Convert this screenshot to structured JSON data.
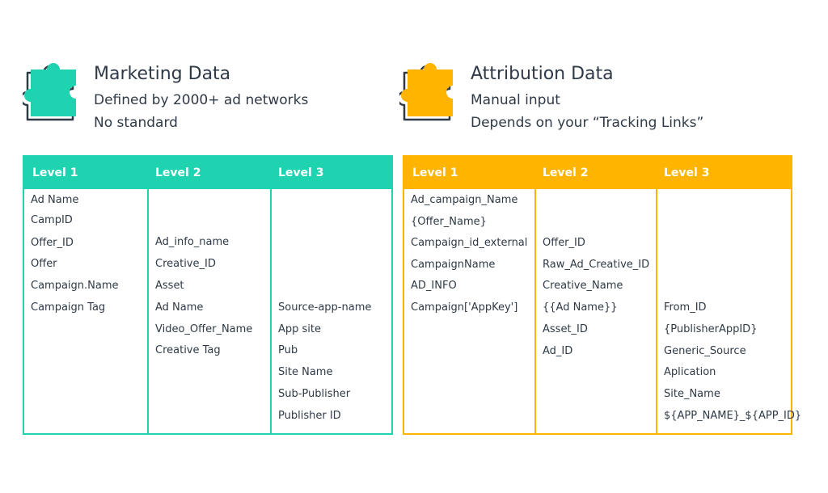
{
  "marketing": {
    "title": "Marketing Data",
    "line1": "Defined by 2000+ ad networks",
    "line2": "No standard",
    "color": "#1fd2b0",
    "icon": "puzzle-piece-icon",
    "headers": [
      "Level 1",
      "Level 2",
      "Level 3"
    ],
    "level1": [
      "Ad Name",
      "CampID",
      "Offer_ID",
      "Offer",
      "Campaign.Name",
      "Campaign Tag"
    ],
    "level2": [
      "Ad_info_name",
      "Creative_ID",
      "Asset",
      "Ad Name",
      "Video_Offer_Name",
      "Creative Tag"
    ],
    "level3": [
      "Source-app-name",
      "App site",
      "Pub",
      "Site Name",
      "Sub-Publisher",
      "Publisher ID"
    ]
  },
  "attribution": {
    "title": "Attribution Data",
    "line1": "Manual input",
    "line2": "Depends on your “Tracking Links”",
    "color": "#ffb400",
    "icon": "puzzle-piece-icon",
    "headers": [
      "Level 1",
      "Level 2",
      "Level 3"
    ],
    "level1": [
      "Ad_campaign_Name",
      "{Offer_Name}",
      "Campaign_id_external",
      "CampaignName",
      "AD_INFO",
      "Campaign['AppKey']"
    ],
    "level2": [
      "Offer_ID",
      "Raw_Ad_Creative_ID",
      "Creative_Name",
      "{{Ad Name}}",
      "Asset_ID",
      "Ad_ID"
    ],
    "level3": [
      "From_ID",
      "{PublisherAppID}",
      "Generic_Source",
      "Aplication",
      "Site_Name",
      "${APP_NAME}_${APP_ID}"
    ]
  }
}
